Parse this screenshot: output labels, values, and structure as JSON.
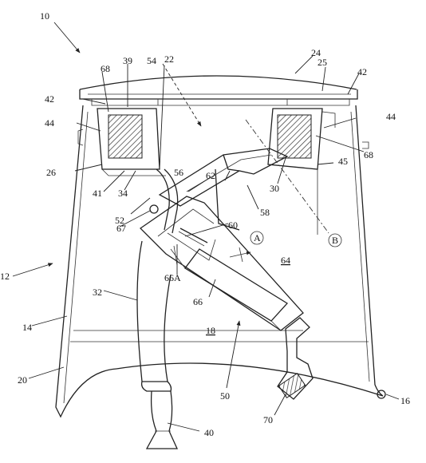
{
  "figure": {
    "labels": {
      "l10": "10",
      "l12": "12",
      "l14": "14",
      "l16": "16",
      "l18": "18",
      "l20": "20",
      "l22": "22",
      "l24": "24",
      "l25": "25",
      "l26": "26",
      "l30": "30",
      "l32": "32",
      "l34": "34",
      "l39": "39",
      "l40": "40",
      "l41": "41",
      "l42a": "42",
      "l42b": "42",
      "l44a": "44",
      "l44b": "44",
      "l45": "45",
      "l50": "50",
      "l52": "52",
      "l54": "54",
      "l56": "56",
      "l58": "58",
      "l60": "60",
      "l62": "62",
      "l64": "64",
      "l66": "66",
      "l66a": "66A",
      "l67": "67",
      "l68a": "68",
      "l68b": "68",
      "l70": "70",
      "circA": "A",
      "circB": "B"
    }
  }
}
